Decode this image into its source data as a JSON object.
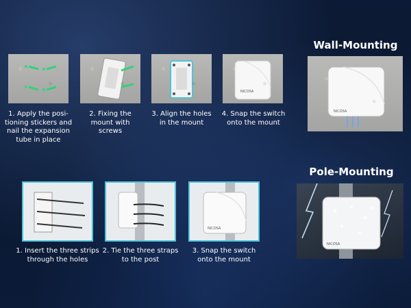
{
  "wall_mounting": {
    "heading": "Wall-Mounting",
    "steps": [
      {
        "caption": "1. Apply the posi-\ntioning stickers and\nnail the expansion\ntube in place"
      },
      {
        "caption": "2. Fixing the\nmount with\nscrews"
      },
      {
        "caption": "3. Align the holes\nin the mount"
      },
      {
        "caption": "4. Snap the switch\nonto the mount"
      }
    ]
  },
  "pole_mounting": {
    "heading": "Pole-Mounting",
    "steps": [
      {
        "caption": "1. Insert the three strips\nthrough the holes"
      },
      {
        "caption": "2. Tie the three straps\nto the post"
      },
      {
        "caption": "3. Snap the switch\nonto the mount"
      }
    ]
  },
  "brand_label": "NICOSA",
  "colors": {
    "frame_accent": "#4fc3d9",
    "arrow_green": "#33d17a"
  }
}
